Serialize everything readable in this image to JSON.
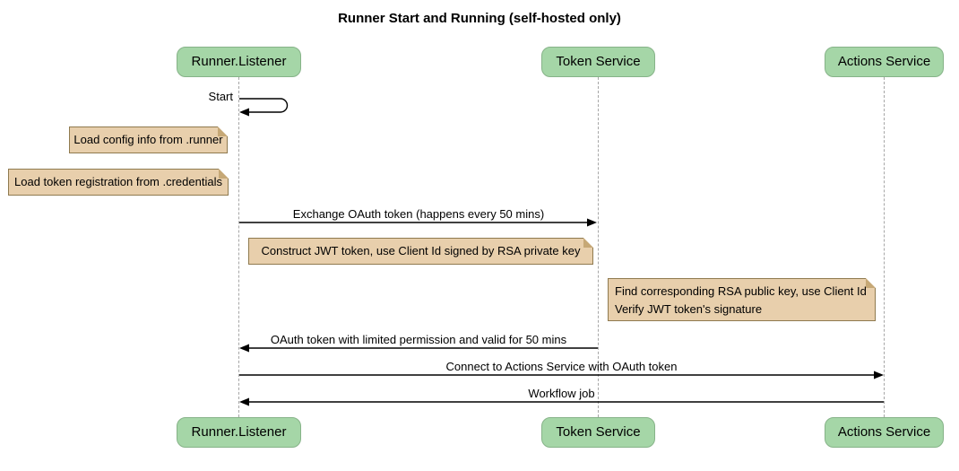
{
  "diagram": {
    "type": "sequence",
    "title": "Runner Start and Running (self-hosted only)"
  },
  "participants": [
    {
      "name": "Runner.Listener"
    },
    {
      "name": "Token Service"
    },
    {
      "name": "Actions Service"
    }
  ],
  "messages": [
    {
      "label": "Start",
      "from": "Runner.Listener",
      "to": "Runner.Listener",
      "kind": "self-arrow"
    },
    {
      "label": "Exchange OAuth token (happens every 50 mins)",
      "from": "Runner.Listener",
      "to": "Token Service",
      "kind": "solid-arrow-right"
    },
    {
      "label": "OAuth token with limited permission and valid for 50 mins",
      "from": "Token Service",
      "to": "Runner.Listener",
      "kind": "solid-arrow-left"
    },
    {
      "label": "Connect to Actions Service with OAuth token",
      "from": "Runner.Listener",
      "to": "Actions Service",
      "kind": "solid-arrow-right"
    },
    {
      "label": "Workflow job",
      "from": "Actions Service",
      "to": "Runner.Listener",
      "kind": "solid-arrow-left"
    }
  ],
  "notes": [
    {
      "lines": [
        "Load config info from .runner"
      ],
      "position": "left of Runner.Listener"
    },
    {
      "lines": [
        "Load token registration from .credentials"
      ],
      "position": "left of Runner.Listener"
    },
    {
      "lines": [
        "Construct JWT token, use Client Id signed by RSA private key"
      ],
      "position": "left of Token Service"
    },
    {
      "lines": [
        "Find corresponding RSA public key, use Client Id",
        "Verify JWT token's signature"
      ],
      "position": "left of Actions Service"
    }
  ],
  "colors": {
    "background": "#FFFFFF",
    "text": "#000000",
    "participant_fill": "#A5D6A7",
    "participant_border": "#86B388",
    "note_fill": "#E8CFAC",
    "note_border": "#8F7A4F",
    "note_fold": "#C6A876",
    "lifeline": "#A6A6A6",
    "arrow": "#000000"
  }
}
